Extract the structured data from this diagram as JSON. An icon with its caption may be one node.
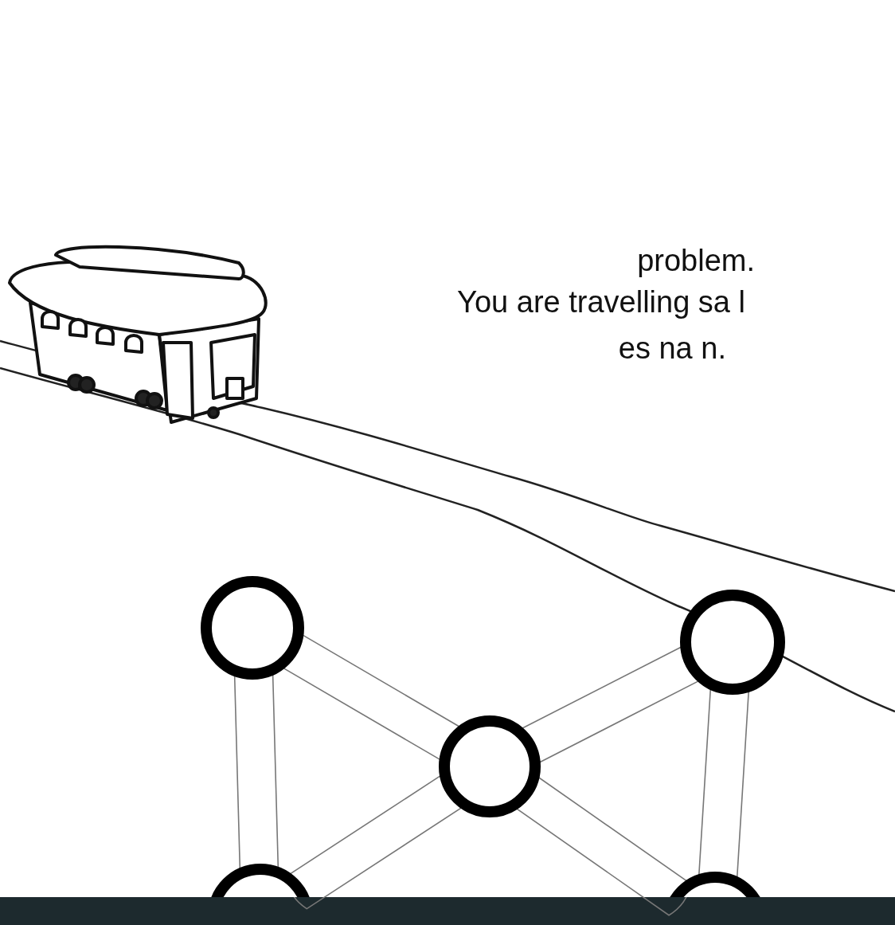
{
  "diagram": {
    "nodes": [
      {
        "text": [],
        "shape": "circle"
      },
      {
        "text": [],
        "shape": "circle"
      },
      {
        "text": [],
        "shape": "circle"
      },
      {
        "text": [],
        "shape": "circle"
      },
      {
        "text": [],
        "shape": "circle"
      }
    ],
    "edges": [
      {
        "from": 0,
        "to": 3,
        "arrow": "none"
      },
      {
        "from": 0,
        "to": 2,
        "arrow": "none"
      },
      {
        "from": 1,
        "to": 2,
        "arrow": "none"
      },
      {
        "from": 1,
        "to": 4,
        "arrow": "none"
      },
      {
        "from": 2,
        "to": 3,
        "arrow": "none"
      },
      {
        "from": 2,
        "to": 4,
        "arrow": "none"
      }
    ],
    "labels": [
      "problem.",
      "You are travelling sa l",
      "es na n."
    ]
  }
}
